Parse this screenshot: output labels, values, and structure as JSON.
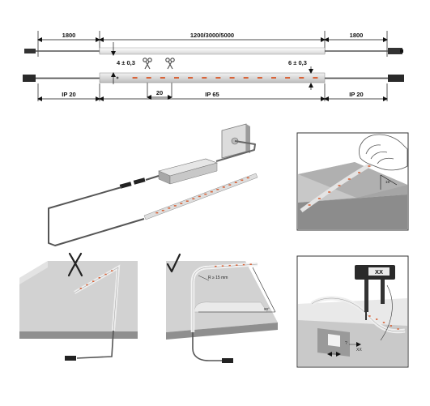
{
  "top_dims": {
    "left_cable_length": "1800",
    "strip_length_options": "1200/3000/5000",
    "right_cable_length": "1800",
    "strip_width": "4 ± 0,3",
    "strip_height": "6 ± 0,3",
    "cut_interval": "20",
    "left_end_rating": "IP 20",
    "strip_rating": "IP 65",
    "right_end_rating": "IP 20"
  },
  "bend_panel": {
    "bend_radius": "R ≥ 15 mm",
    "bend_angle": "90°"
  },
  "press_panel": {
    "angle": "15°"
  },
  "measure_panel": {
    "caliper_reading": "XX",
    "channel_depth_label": "?",
    "channel_width_label": "XX"
  },
  "colors": {
    "led_dot": "#d8643a",
    "panel_face": "#cfcfcf",
    "panel_side": "#8f8f8f",
    "cable": "#555555",
    "line": "#111111"
  }
}
